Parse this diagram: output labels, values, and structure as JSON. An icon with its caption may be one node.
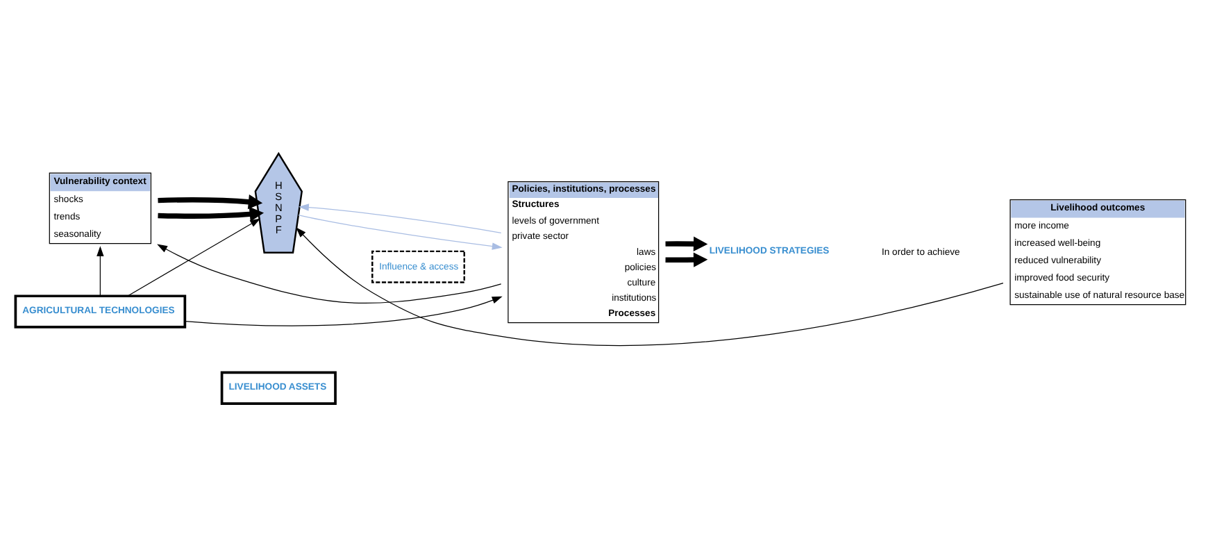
{
  "diagram": {
    "nodes": [
      {
        "text": [
          "Vulnerability context",
          "shocks",
          "trends",
          "seasonality"
        ]
      },
      {
        "text": [
          "LIVELIHOOD ASSETS"
        ]
      },
      {
        "text": [
          "H",
          "S",
          "N",
          "P",
          "F"
        ]
      },
      {
        "text": [
          "Influence & access"
        ]
      },
      {
        "text": [
          "Policies, institutions, processes",
          "Structures",
          "levels of government",
          "private sector",
          "laws",
          "policies",
          "culture",
          "institutions",
          "Processes"
        ]
      },
      {
        "text": [
          "LIVELIHOOD STRATEGIES"
        ]
      },
      {
        "text": [
          "Livelihood outcomes",
          "more income",
          "increased well-being",
          "reduced vulnerability",
          "improved food security",
          "sustainable use of natural resource base"
        ]
      },
      {
        "text": [
          "AGRICULTURAL TECHNOLOGIES"
        ]
      }
    ],
    "edges": [
      {
        "from": 4,
        "to": 0,
        "arrow": "to"
      },
      {
        "from": 0,
        "to": 2,
        "arrow": "to",
        "style": "thick"
      },
      {
        "from": 0,
        "to": 2,
        "arrow": "to",
        "style": "thick"
      },
      {
        "from": 2,
        "to": 4,
        "arrow": "to",
        "color": "#a9bde3"
      },
      {
        "from": 4,
        "to": 2,
        "arrow": "to",
        "color": "#a9bde3"
      },
      {
        "from": 4,
        "to": 5,
        "arrow": "to",
        "style": "thick"
      },
      {
        "from": 4,
        "to": 5,
        "arrow": "to",
        "style": "thick"
      },
      {
        "from": 6,
        "to": 2,
        "arrow": "to"
      },
      {
        "from": 7,
        "to": 0,
        "arrow": "to"
      },
      {
        "from": 7,
        "to": 2,
        "arrow": "to"
      },
      {
        "from": 7,
        "to": 4,
        "arrow": "to"
      }
    ],
    "labels": [
      "In order to achieve"
    ]
  }
}
